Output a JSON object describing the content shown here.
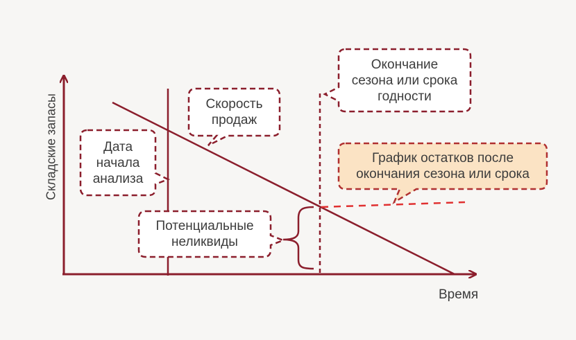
{
  "diagram": {
    "y_axis_label": "Складские запасы",
    "x_axis_label": "Время",
    "callouts": {
      "analysis_start": "Дата\nначала\nанализа",
      "sales_speed": "Скорость\nпродаж",
      "season_end": "Окончание\nсезона или срока\nгодности",
      "stock_after_season": "График остатков после\nокончания сезона или срока",
      "potential_illiquid": "Потенциальные\nнеликвиды"
    }
  },
  "colors": {
    "line": "#8b1e2c",
    "dashed_red": "#e03030",
    "highlight_fill": "#fbe3c4",
    "highlight_border": "#b03030",
    "text": "#3c3c3c",
    "background": "#f7f6f4"
  }
}
